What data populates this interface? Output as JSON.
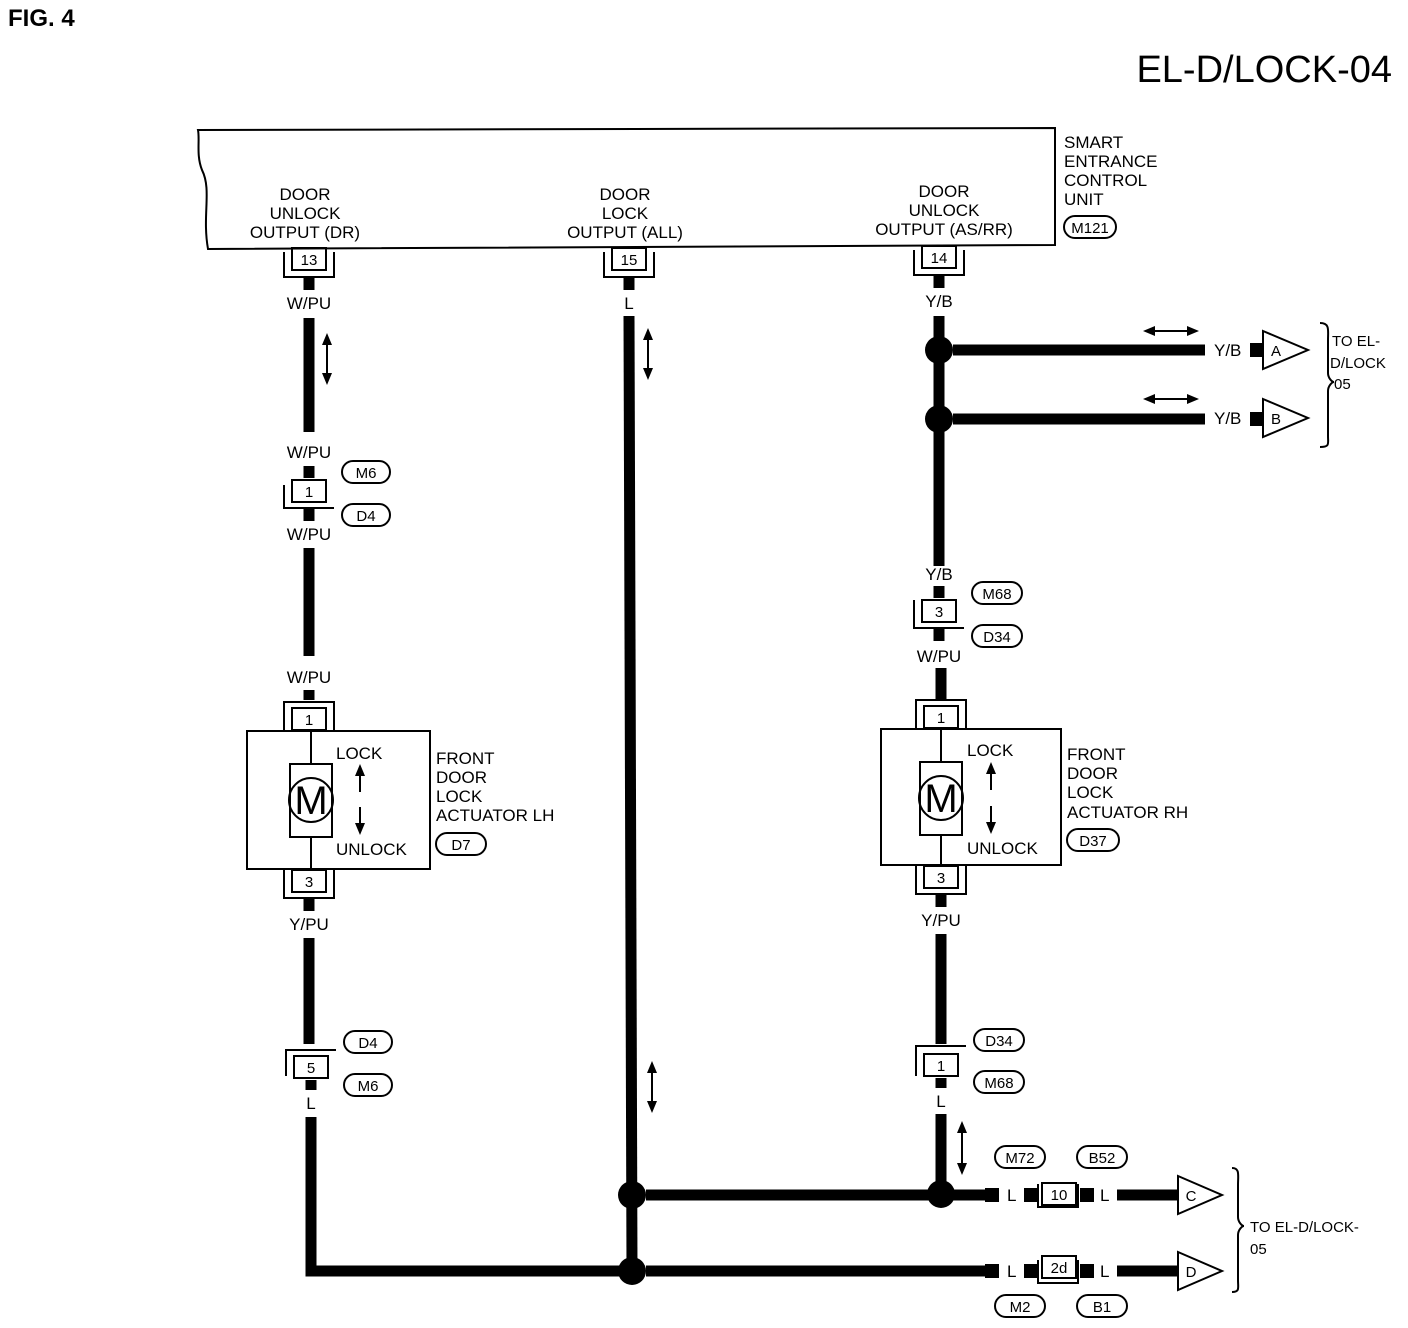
{
  "figure_label": "FIG. 4",
  "diagram_code": "EL-D/LOCK-04",
  "control_unit": {
    "name_lines": [
      "SMART",
      "ENTRANCE",
      "CONTROL",
      "UNIT"
    ],
    "badge": "M121",
    "outputs": [
      {
        "lines": [
          "DOOR",
          "UNLOCK",
          "OUTPUT (DR)"
        ],
        "pin": "13",
        "wire": "W/PU"
      },
      {
        "lines": [
          "DOOR",
          "LOCK",
          "OUTPUT (ALL)"
        ],
        "pin": "15",
        "wire": "L"
      },
      {
        "lines": [
          "DOOR",
          "UNLOCK",
          "OUTPUT (AS/RR)"
        ],
        "pin": "14",
        "wire": "Y/B"
      }
    ]
  },
  "left_branch": {
    "wire_top": "W/PU",
    "connector": {
      "pin": "1",
      "wire_in": "W/PU",
      "wire_out": "W/PU",
      "badge_top": "M6",
      "badge_bottom": "D4"
    },
    "actuator_wire_in": "W/PU",
    "actuator": {
      "name_lines": [
        "FRONT",
        "DOOR",
        "LOCK",
        "ACTUATOR LH"
      ],
      "badge": "D7",
      "pin_top": "1",
      "pin_bottom": "3",
      "motor": "M",
      "lock": "LOCK",
      "unlock": "UNLOCK"
    },
    "wire_after_actuator": "Y/PU",
    "connector2": {
      "pin": "5",
      "badge_top": "D4",
      "badge_bottom": "M6",
      "wire_out": "L"
    }
  },
  "right_branch": {
    "ext_a": {
      "wire": "Y/B",
      "arrow": "A"
    },
    "ext_b": {
      "wire": "Y/B",
      "arrow": "B"
    },
    "ext_ab_label_lines": [
      "TO EL-",
      "D/LOCK",
      "05"
    ],
    "connector": {
      "pin": "3",
      "wire_in": "Y/B",
      "wire_out": "W/PU",
      "badge_top": "M68",
      "badge_bottom": "D34"
    },
    "actuator": {
      "name_lines": [
        "FRONT",
        "DOOR",
        "LOCK",
        "ACTUATOR RH"
      ],
      "badge": "D37",
      "pin_top": "1",
      "pin_bottom": "3",
      "motor": "M",
      "lock": "LOCK",
      "unlock": "UNLOCK"
    },
    "wire_after_actuator": "Y/PU",
    "connector2": {
      "pin": "1",
      "badge_top": "D34",
      "badge_bottom": "M68",
      "wire_out": "L"
    }
  },
  "bottom": {
    "conn_c": {
      "pin": "10",
      "wire_left": "L",
      "wire_right": "L",
      "badge_left": "M72",
      "badge_right": "B52",
      "arrow": "C"
    },
    "conn_d": {
      "pin": "2d",
      "wire_left": "L",
      "wire_right": "L",
      "badge_left": "M2",
      "badge_right": "B1",
      "arrow": "D"
    },
    "ext_cd_label_lines": [
      "TO EL-D/LOCK-",
      "05"
    ]
  }
}
